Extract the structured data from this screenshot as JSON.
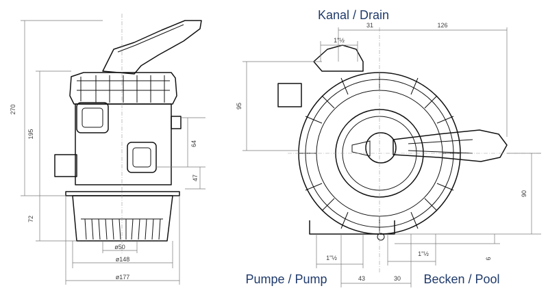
{
  "labels": {
    "drain": "Kanal / Drain",
    "pump": "Pumpe / Pump",
    "pool": "Becken / Pool"
  },
  "side_view": {
    "height_total": "270",
    "height_body": "195",
    "height_base": "72",
    "port_spacing": "64",
    "port_offset": "47",
    "dia_inner": "ø50",
    "dia_base": "ø148",
    "dia_total": "ø177"
  },
  "top_view": {
    "drain_offset": "31",
    "drain_width": "126",
    "thread_drain": "1\"½",
    "depth": "95",
    "handle_offset": "90",
    "thread_pump": "1\"½",
    "thread_pool": "1\"½",
    "pump_offset": "43",
    "pool_offset": "30",
    "bottom_gap": "6"
  }
}
